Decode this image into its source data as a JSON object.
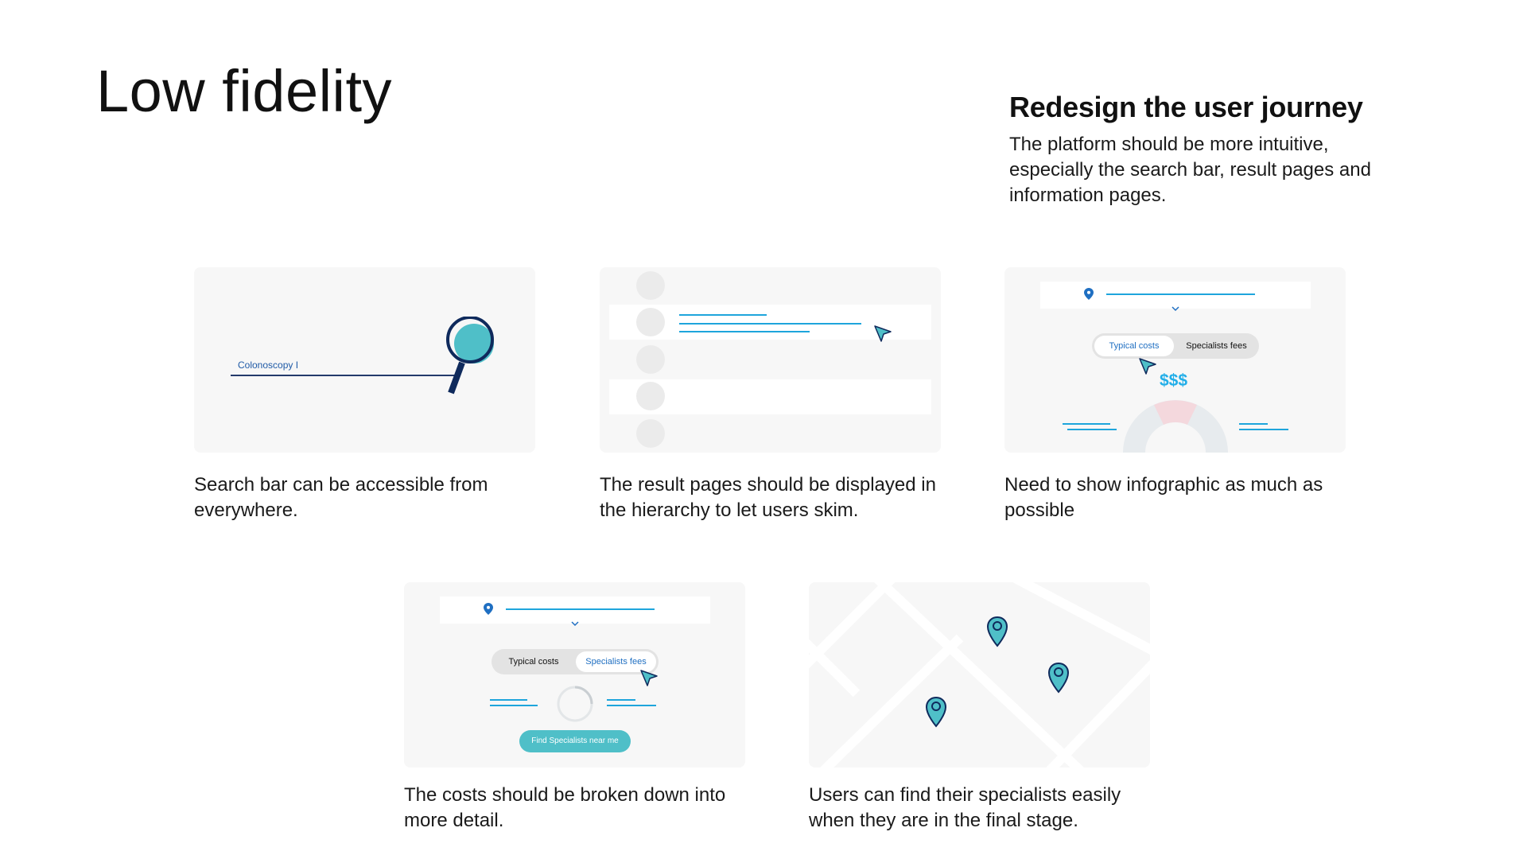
{
  "page": {
    "title": "Low fidelity"
  },
  "intro": {
    "heading": "Redesign the user journey",
    "body": "The platform should be more intuitive, especially the search bar, result pages and information pages."
  },
  "cards": {
    "search": {
      "search_value": "Colonoscopy I",
      "caption": "Search bar can be accessible from everywhere."
    },
    "results": {
      "caption": "The result pages should be displayed in the hierarchy to let users skim."
    },
    "infographic": {
      "toggle": [
        "Typical costs",
        "Specialists fees"
      ],
      "active_option": "Typical costs",
      "price_label": "$$$",
      "caption": "Need to show infographic as much as possible"
    },
    "costs": {
      "toggle": [
        "Typical costs",
        "Specialists fees"
      ],
      "active_option": "Specialists fees",
      "button_label": "Find Specialists near me",
      "caption": "The costs should be broken down into more detail."
    },
    "map": {
      "caption": "Users can find their specialists easily when they are in the final stage."
    }
  },
  "colors": {
    "accent_blue": "#1ea5dc",
    "teal": "#4fbfc8",
    "navy": "#0f2a5c",
    "card_bg": "#f7f7f7"
  },
  "icons": [
    "magnifier-icon",
    "cursor-icon",
    "location-pin-icon",
    "chevron-down-icon",
    "map-pin-icon"
  ]
}
